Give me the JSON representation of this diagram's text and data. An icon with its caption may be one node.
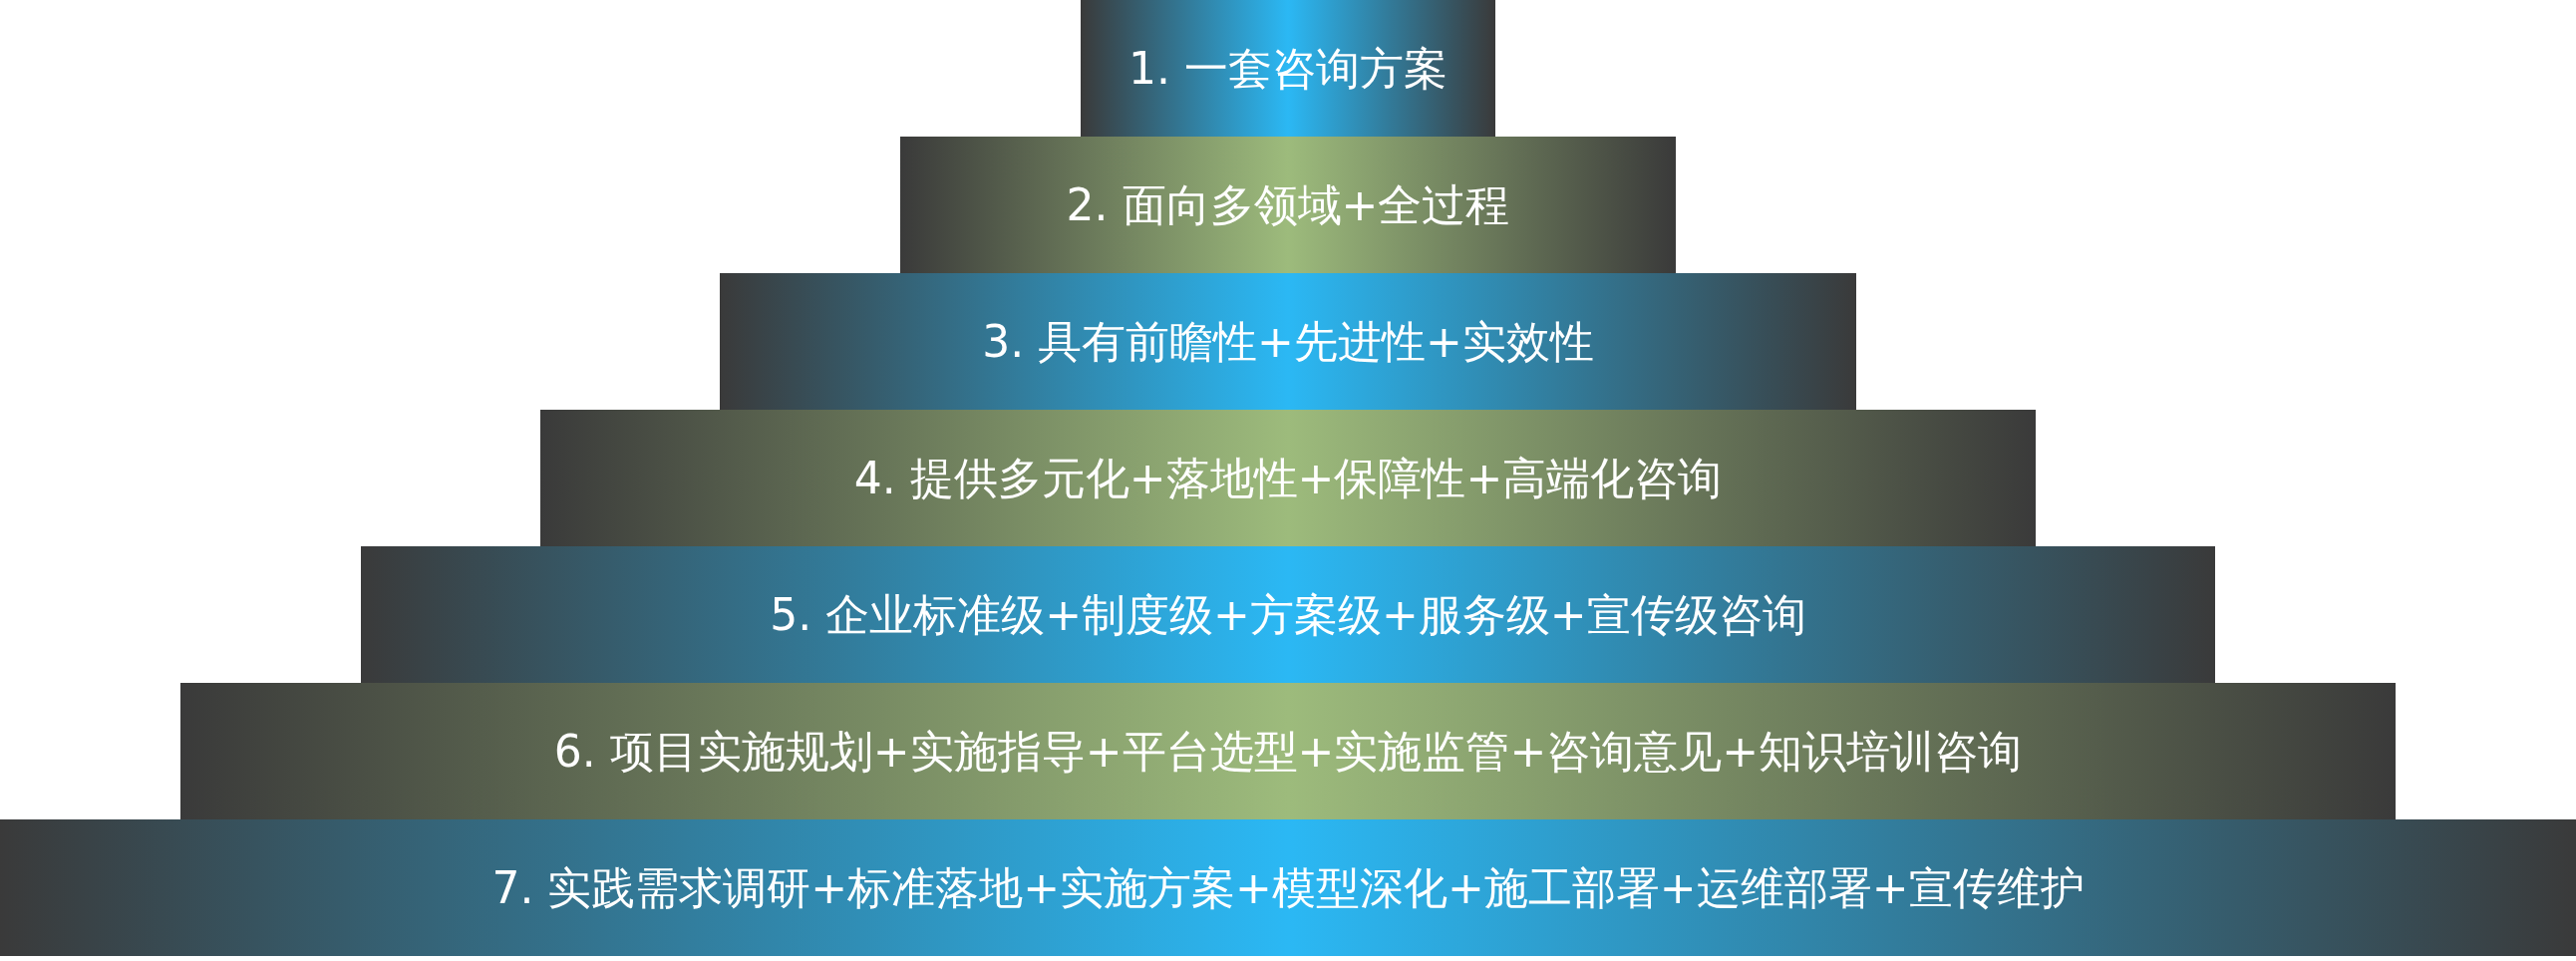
{
  "diagram": {
    "nodes": [
      {
        "text": [
          "1. 一套咨询方案"
        ]
      },
      {
        "text": [
          "2. 面向多领域+全过程"
        ]
      },
      {
        "text": [
          "3. 具有前瞻性+先进性+实效性"
        ]
      },
      {
        "text": [
          "4. 提供多元化+落地性+保障性+高端化咨询"
        ]
      },
      {
        "text": [
          "5. 企业标准级+制度级+方案级+服务级+宣传级咨询"
        ]
      },
      {
        "text": [
          "6. 项目实施规划+实施指导+平台选型+实施监管+咨询意见+知识培训咨询"
        ]
      },
      {
        "text": [
          "7. 实践需求调研+标准落地+实施方案+模型深化+施工部署+运维部署+宣传维护"
        ]
      }
    ]
  }
}
